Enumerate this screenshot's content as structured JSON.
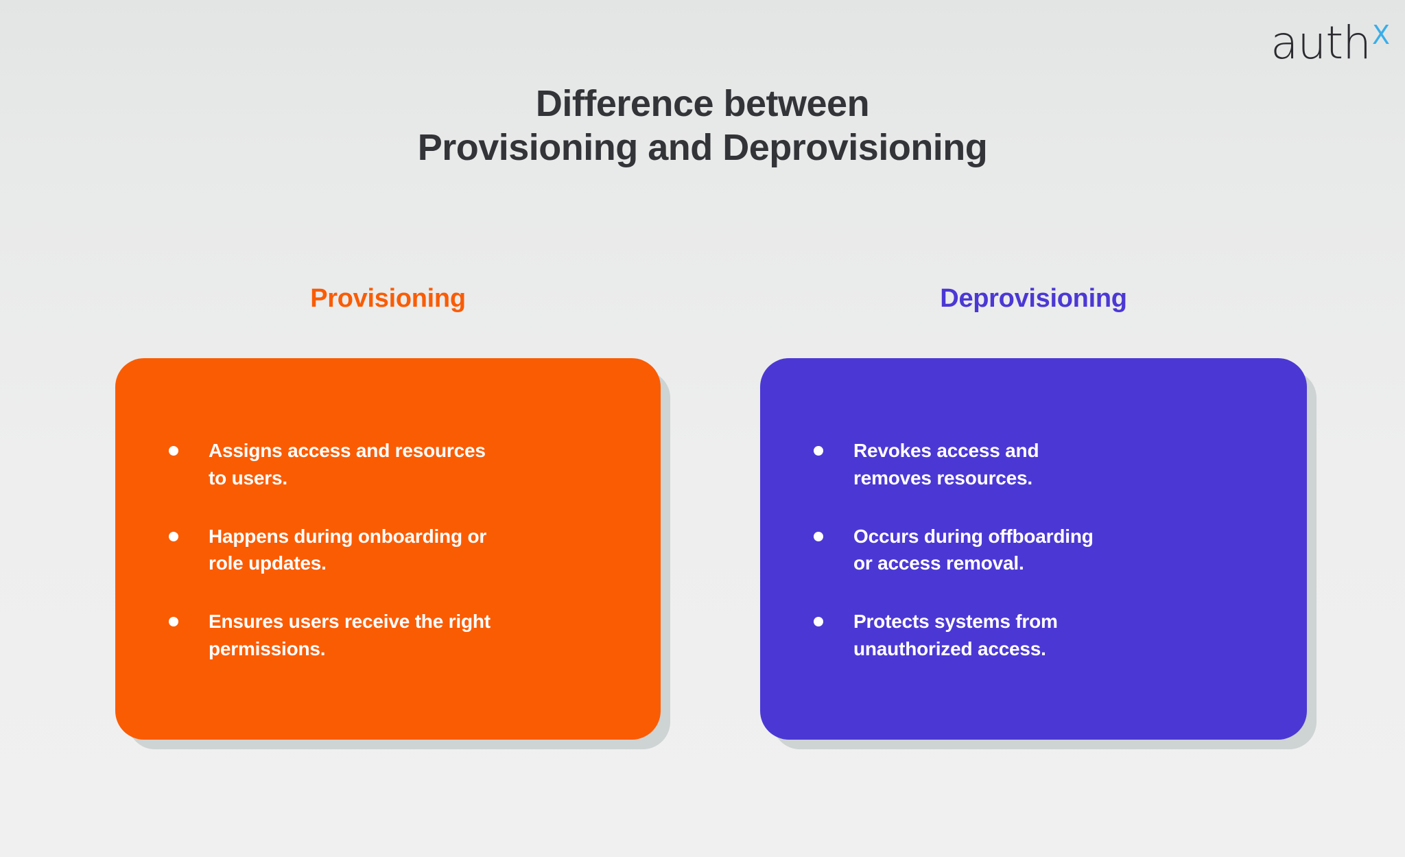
{
  "brand": {
    "name": "authX",
    "word": "auth",
    "superscript": "X",
    "word_color": "#2b2b2f",
    "superscript_color": "#3aaee8"
  },
  "title": {
    "full": "Difference between Provisioning and Deprovisioning",
    "line1": "Difference between",
    "line2": "Provisioning and Deprovisioning",
    "color": "#333438"
  },
  "columns": [
    {
      "id": "provisioning",
      "heading": "Provisioning",
      "heading_color": "#f95c05",
      "card_color": "#fa5c04",
      "bullets": [
        {
          "text": "Assigns access and resources to users.",
          "lines": [
            "Assigns access and resources",
            "to users."
          ]
        },
        {
          "text": "Happens during onboarding or role updates.",
          "lines": [
            "Happens during onboarding or",
            "role updates."
          ]
        },
        {
          "text": "Ensures users receive the right permissions.",
          "lines": [
            "Ensures users receive the right",
            "permissions."
          ]
        }
      ]
    },
    {
      "id": "deprovisioning",
      "heading": "Deprovisioning",
      "heading_color": "#4b38d4",
      "card_color": "#4b38d4",
      "bullets": [
        {
          "text": "Revokes access and removes resources.",
          "lines": [
            "Revokes access and",
            "removes resources."
          ]
        },
        {
          "text": "Occurs during offboarding or access removal.",
          "lines": [
            "Occurs during offboarding",
            "or access removal."
          ]
        },
        {
          "text": "Protects systems from unauthorized access.",
          "lines": [
            "Protects systems from",
            "unauthorized access."
          ]
        }
      ]
    }
  ],
  "background": {
    "gradient_top": "#e3e5e5",
    "gradient_bottom": "#f0f0f0",
    "shadow_color": "#c8cece"
  }
}
